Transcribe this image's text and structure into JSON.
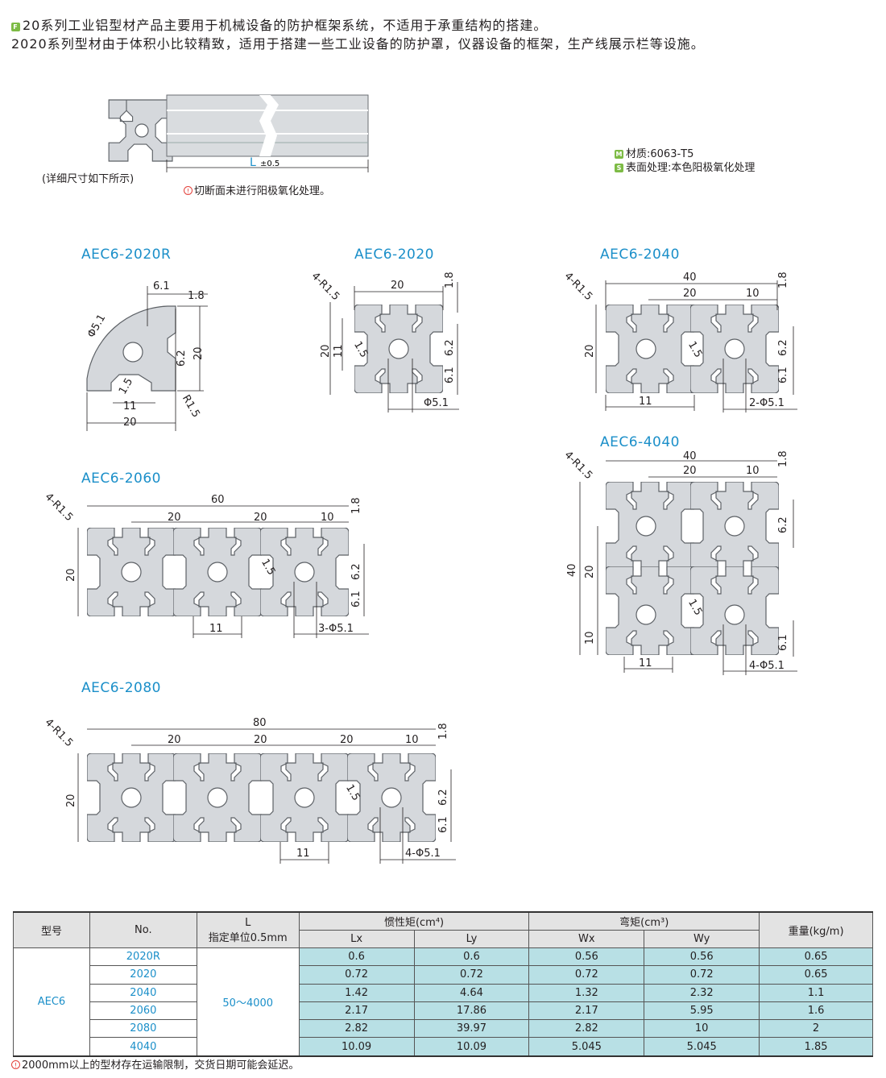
{
  "intro": {
    "badge": "F",
    "line1": "20系列工业铝型材产品主要用于机械设备的防护框架系统，不适用于承重结构的搭建。",
    "line2": "2020系列型材由于体积小比较精致，适用于搭建一些工业设备的防护罩，仪器设备的框架，生产线展示栏等设施。"
  },
  "overview": {
    "detail_note": "(详细尺寸如下所示)",
    "length_label": "L",
    "length_tol": "±0.5",
    "cut_note": "切断面未进行阳极氧化处理。",
    "material_badge": "M",
    "material": "材质:6063-T5",
    "surface_badge": "S",
    "surface": "表面处理:本色阳极氧化处理"
  },
  "drawings": {
    "d2020r": {
      "title": "AEC6-2020R",
      "dims": [
        "6.1",
        "1.8",
        "Φ5.1",
        "6.2",
        "20",
        "1.5",
        "11",
        "20",
        "R1.5"
      ]
    },
    "d2020": {
      "title": "AEC6-2020",
      "dims": [
        "4-R1.5",
        "20",
        "1.8",
        "20",
        "11",
        "1.5",
        "6.2",
        "6.1",
        "Φ5.1"
      ]
    },
    "d2040": {
      "title": "AEC6-2040",
      "dims": [
        "4-R1.5",
        "40",
        "20",
        "10",
        "1.8",
        "20",
        "1.5",
        "6.2",
        "6.1",
        "11",
        "2-Φ5.1"
      ]
    },
    "d4040": {
      "title": "AEC6-4040",
      "dims": [
        "4-R1.5",
        "40",
        "20",
        "10",
        "1.8",
        "6.2",
        "40",
        "20",
        "1.5",
        "10",
        "6.1",
        "11",
        "4-Φ5.1"
      ]
    },
    "d2060": {
      "title": "AEC6-2060",
      "dims": [
        "4-R1.5",
        "60",
        "20",
        "20",
        "10",
        "1.8",
        "20",
        "1.5",
        "6.2",
        "6.1",
        "11",
        "3-Φ5.1"
      ]
    },
    "d2080": {
      "title": "AEC6-2080",
      "dims": [
        "4-R1.5",
        "80",
        "20",
        "20",
        "20",
        "10",
        "1.8",
        "20",
        "1.5",
        "6.2",
        "6.1",
        "11",
        "4-Φ5.1"
      ]
    }
  },
  "table": {
    "headers": {
      "model": "型号",
      "no": "No.",
      "l_top": "L",
      "l_bottom": "指定单位0.5mm",
      "inertia": "惯性矩(cm⁴)",
      "moment": "弯矩(cm³)",
      "weight": "重量(kg/m)",
      "lx": "Lx",
      "ly": "Ly",
      "wx": "Wx",
      "wy": "Wy"
    },
    "model": "AEC6",
    "range": "50～4000",
    "rows": [
      {
        "no": "2020R",
        "lx": "0.6",
        "ly": "0.6",
        "wx": "0.56",
        "wy": "0.56",
        "weight": "0.65"
      },
      {
        "no": "2020",
        "lx": "0.72",
        "ly": "0.72",
        "wx": "0.72",
        "wy": "0.72",
        "weight": "0.65"
      },
      {
        "no": "2040",
        "lx": "1.42",
        "ly": "4.64",
        "wx": "1.32",
        "wy": "2.32",
        "weight": "1.1"
      },
      {
        "no": "2060",
        "lx": "2.17",
        "ly": "17.86",
        "wx": "2.17",
        "wy": "5.95",
        "weight": "1.6"
      },
      {
        "no": "2080",
        "lx": "2.82",
        "ly": "39.97",
        "wx": "2.82",
        "wy": "10",
        "weight": "2"
      },
      {
        "no": "4040",
        "lx": "10.09",
        "ly": "10.09",
        "wx": "5.045",
        "wy": "5.045",
        "weight": "1.85"
      }
    ]
  },
  "footnote": "2000mm以上的型材存在运输限制，交货日期可能会延迟。"
}
